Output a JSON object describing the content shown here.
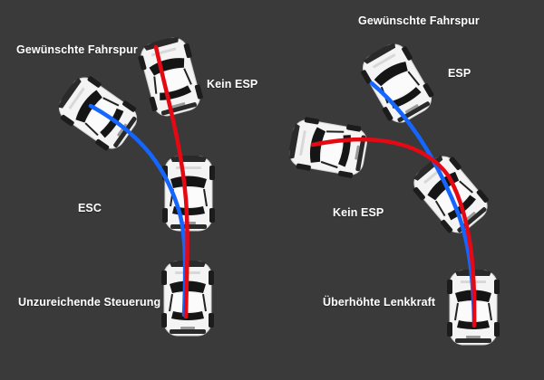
{
  "colors": {
    "background": "#3a3a3a",
    "esc_path": "#1565ff",
    "no_esc_path": "#e50914",
    "car_body": "#f4f4f4",
    "car_dark": "#1c1c1c",
    "label_text": "#ffffff"
  },
  "left_scenario": {
    "label_desired_lane": "Gewünschte Fahrspur",
    "label_no_esp": "Kein ESP",
    "label_esc": "ESC",
    "label_condition": "Unzureichende Steuerung"
  },
  "right_scenario": {
    "label_desired_lane": "Gewünschte Fahrspur",
    "label_esp": "ESP",
    "label_no_esp": "Kein ESP",
    "label_condition": "Überhöhte Lenkkraft"
  }
}
